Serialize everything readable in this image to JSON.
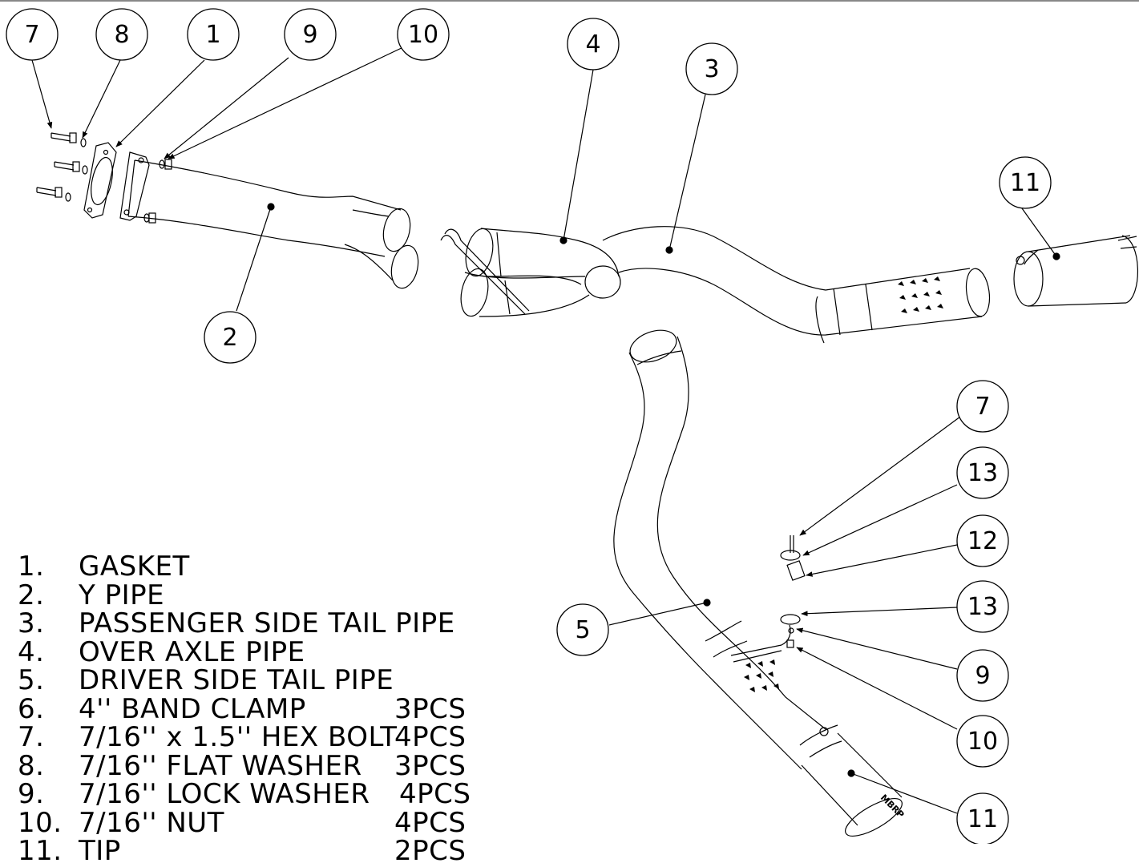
{
  "callouts": [
    {
      "label": "7"
    },
    {
      "label": "8"
    },
    {
      "label": "1"
    },
    {
      "label": "9"
    },
    {
      "label": "10"
    },
    {
      "label": "4"
    },
    {
      "label": "3"
    },
    {
      "label": "11"
    },
    {
      "label": "2"
    },
    {
      "label": "7"
    },
    {
      "label": "13"
    },
    {
      "label": "12"
    },
    {
      "label": "13"
    },
    {
      "label": "5"
    },
    {
      "label": "9"
    },
    {
      "label": "10"
    },
    {
      "label": "11"
    }
  ],
  "parts_list": [
    {
      "num": "1.",
      "name": "GASKET",
      "qty": ""
    },
    {
      "num": "2.",
      "name": "Y PIPE",
      "qty": ""
    },
    {
      "num": "3.",
      "name": "PASSENGER SIDE TAIL PIPE",
      "qty": ""
    },
    {
      "num": "4.",
      "name": "OVER AXLE PIPE",
      "qty": ""
    },
    {
      "num": "5.",
      "name": "DRIVER SIDE TAIL PIPE",
      "qty": ""
    },
    {
      "num": "6.",
      "name": "4'' BAND CLAMP",
      "qty": "3PCS"
    },
    {
      "num": "7.",
      "name": "7/16'' x 1.5'' HEX BOLT",
      "qty": "4PCS"
    },
    {
      "num": "8.",
      "name": "7/16'' FLAT WASHER",
      "qty": "3PCS"
    },
    {
      "num": "9.",
      "name": "7/16'' LOCK WASHER",
      "qty": "4PCS"
    },
    {
      "num": "10.",
      "name": "7/16'' NUT",
      "qty": "4PCS"
    },
    {
      "num": "11.",
      "name": "TIP",
      "qty": "2PCS"
    }
  ],
  "tip_brand": "MBRP"
}
